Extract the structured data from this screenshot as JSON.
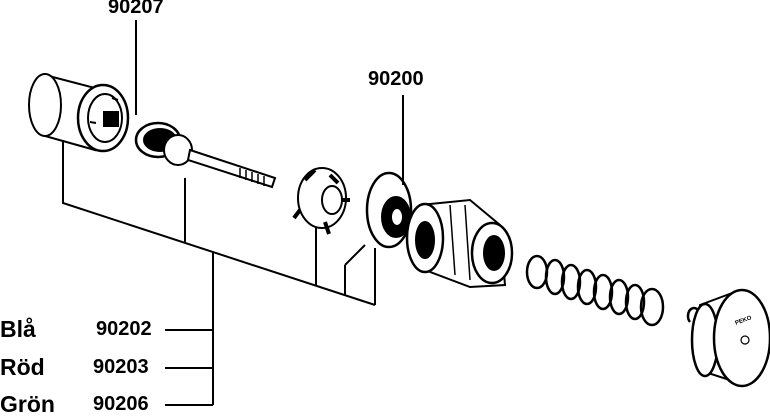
{
  "callouts": {
    "top_part": "90207",
    "seal_part": "90200"
  },
  "color_variants": [
    {
      "color": "Blå",
      "part": "90202"
    },
    {
      "color": "Röd",
      "part": "90203"
    },
    {
      "color": "Grön",
      "part": "90206"
    }
  ],
  "cap_marking": "PEKO"
}
